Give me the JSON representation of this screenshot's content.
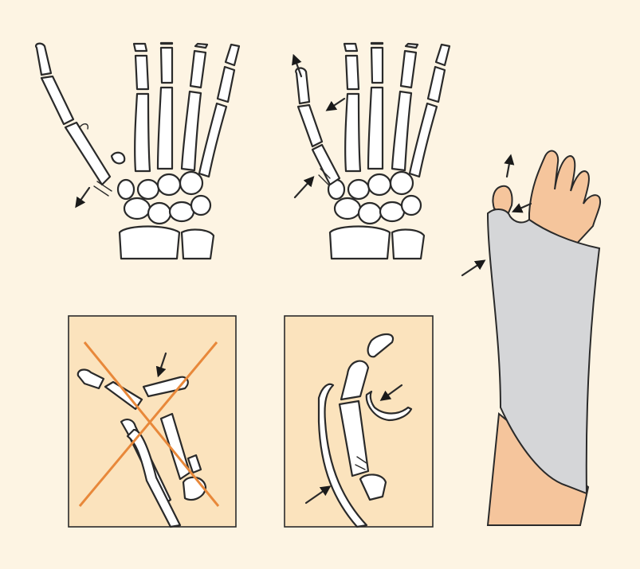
{
  "colors": {
    "background": "#fdf4e3",
    "panel_fill": "#fbe3bd",
    "cross_mark": "#e8883a",
    "splint": "#d5d6d8",
    "skin": "#f5c59c",
    "outline": "#2a2a2a"
  },
  "panels": [
    {
      "id": "hand-fracture-displaced",
      "arrows": 1
    },
    {
      "id": "hand-fracture-reduced",
      "arrows": 3
    },
    {
      "id": "xray-incorrect",
      "crossed_out": true,
      "arrows": 1
    },
    {
      "id": "xray-correct",
      "arrows": 2
    },
    {
      "id": "thumb-spica-splint",
      "arrows": 3
    }
  ]
}
